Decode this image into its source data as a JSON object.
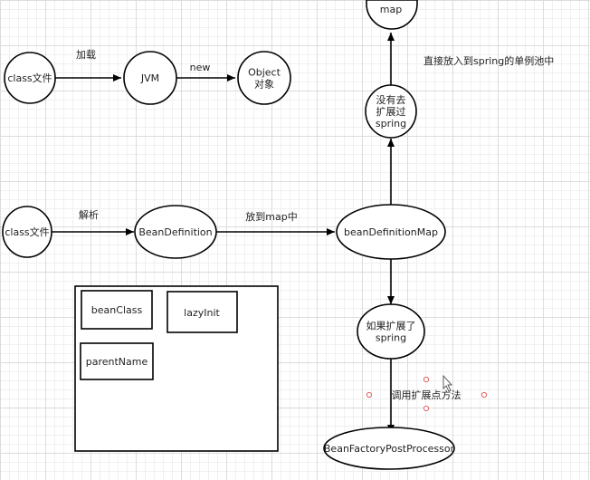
{
  "diagram": {
    "row1": {
      "class_file": "class文件",
      "edge_load": "加载",
      "jvm": "JVM",
      "edge_new": "new",
      "object": "Object\n对象"
    },
    "row2": {
      "class_file": "class文件",
      "edge_parse": "解析",
      "bean_definition": "BeanDefinition",
      "edge_put_map": "放到map中",
      "bean_definition_map": "beanDefinitionMap"
    },
    "right_column": {
      "map": "map",
      "edge_direct_put": "直接放入到spring的单例池中",
      "not_extended": "没有去\n扩展过\nspring",
      "extended": "如果扩展了\nspring",
      "edge_call_extension": "调用扩展点方法",
      "processor": "BeanFactoryPostProcessor"
    },
    "bean_definition_box": {
      "bean_class": "beanClass",
      "lazy_init": "lazyInit",
      "parent_name": "parentName"
    }
  }
}
